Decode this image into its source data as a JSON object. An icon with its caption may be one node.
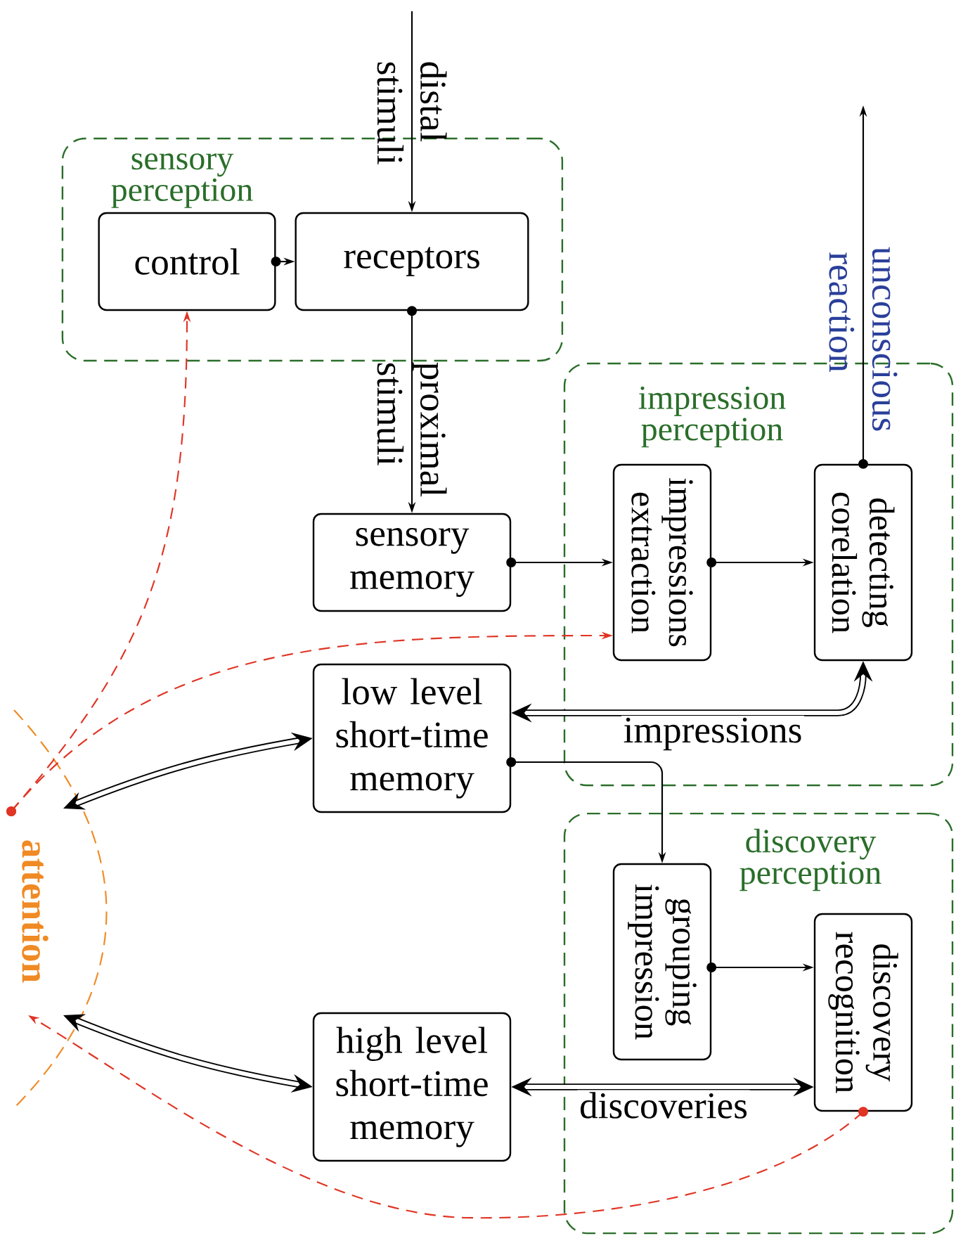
{
  "diagram": {
    "nodes": [
      {
        "text": [
          "sensory perception"
        ]
      },
      {
        "text": [
          "control"
        ],
        "in": 0
      },
      {
        "text": [
          "receptors"
        ],
        "in": 0
      },
      {
        "text": [
          "impression perception"
        ]
      },
      {
        "text": [
          "impressions extraction"
        ],
        "in": 3
      },
      {
        "text": [
          "detecting corelation"
        ],
        "in": 3
      },
      {
        "text": [
          "discovery perception"
        ]
      },
      {
        "text": [
          "grouping impression"
        ],
        "in": 6
      },
      {
        "text": [
          "discovery recognition"
        ],
        "in": 6
      },
      {
        "text": [
          "sensory memory"
        ]
      },
      {
        "text": [
          "low level short-time memory"
        ]
      },
      {
        "text": [
          "high level short-time memory"
        ]
      },
      {
        "text": [
          "attention"
        ]
      }
    ],
    "edges": [
      {
        "from": null,
        "to": 2,
        "arrow": "to",
        "label": "distal stimuli"
      },
      {
        "from": 1,
        "to": 2,
        "arrow": "to"
      },
      {
        "from": 2,
        "to": 9,
        "arrow": "to",
        "label": "proximal stimuli"
      },
      {
        "from": 9,
        "to": 4,
        "arrow": "to"
      },
      {
        "from": 4,
        "to": 5,
        "arrow": "to"
      },
      {
        "from": 5,
        "to": null,
        "arrow": "to",
        "label": "unconscious reaction"
      },
      {
        "from": 10,
        "to": 5,
        "arrow": "both",
        "label": "impressions",
        "style": "thick"
      },
      {
        "from": 10,
        "to": 7,
        "arrow": "to"
      },
      {
        "from": 7,
        "to": 8,
        "arrow": "to"
      },
      {
        "from": 11,
        "to": 8,
        "arrow": "both",
        "label": "discoveries",
        "style": "thick"
      },
      {
        "from": 12,
        "to": 10,
        "arrow": "both",
        "style": "thick"
      },
      {
        "from": 12,
        "to": 11,
        "arrow": "both",
        "style": "thick"
      },
      {
        "from": 12,
        "to": 1,
        "arrow": "to",
        "style": "dashed",
        "color": "#e03424"
      },
      {
        "from": 12,
        "to": 4,
        "arrow": "to",
        "style": "dashed",
        "color": "#e03424"
      },
      {
        "from": 8,
        "to": 12,
        "arrow": "to",
        "style": "dashed",
        "color": "#e03424"
      }
    ]
  }
}
